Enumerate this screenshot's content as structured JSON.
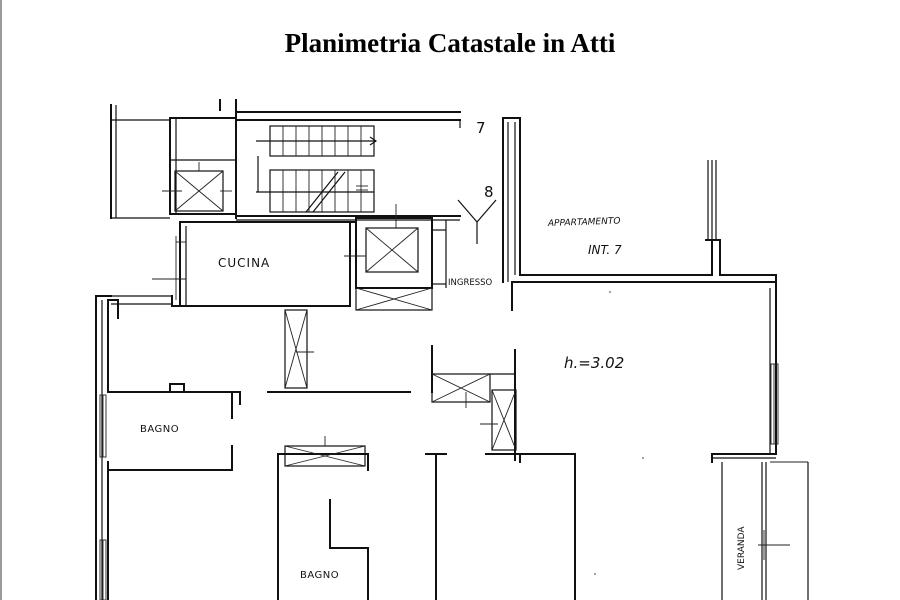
{
  "title": "Planimetria Catastale in Atti",
  "labels": {
    "stair_number_top": "7",
    "stair_number_mid": "8",
    "apartment_name": "APPARTAMENTO",
    "apartment_unit": "INT. 7",
    "kitchen": "CUCINA",
    "entrance": "INGRESSO",
    "ceiling_height": "h.=3.02",
    "bathroom_1": "BAGNO",
    "bathroom_2": "BAGNO",
    "veranda": "VERANDA"
  }
}
